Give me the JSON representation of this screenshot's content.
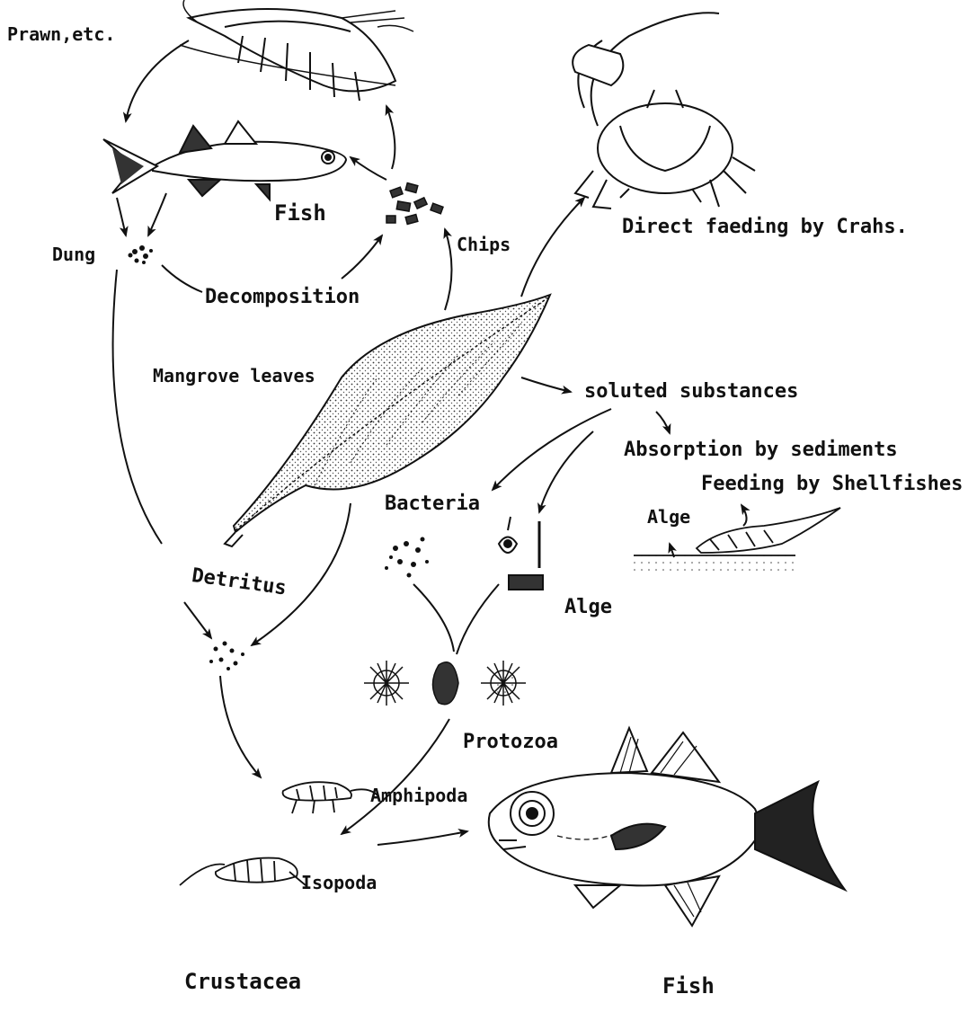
{
  "labels": {
    "prawn": "Prawn,etc.",
    "fish_top": "Fish",
    "chips": "Chips",
    "direct_feeding": "Direct faeding by Crahs.",
    "dung": "Dung",
    "decomposition": "Decomposition",
    "mangrove_leaves": "Mangrove leaves",
    "soluted_substances": "soluted substances",
    "absorption": "Absorption by sediments",
    "feeding_shellfishes": "Feeding by Shellfishes",
    "alge_small": "Alge",
    "bacteria": "Bacteria",
    "detritus": "Detritus",
    "alge": "Alge",
    "protozoa": "Protozoa",
    "amphipoda": "Amphipoda",
    "isopoda": "Isopoda",
    "crustacea": "Crustacea",
    "fish_bottom": "Fish"
  },
  "colors": {
    "ink": "#111111",
    "paper": "#ffffff"
  }
}
